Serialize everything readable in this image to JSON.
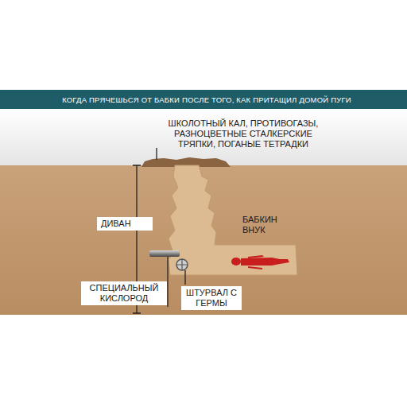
{
  "diagram": {
    "title": "КОГДА ПРЯЧЕШЬСЯ ОТ БАБКИ ПОСЛЕ ТОГО, КАК ПРИТАЩИЛ ДОМОЙ ПУГИ",
    "labels": [
      "ШКОЛОТНЫЙ КАЛ, ПРОТИВОГАЗЫ, РАЗНОЦВЕТНЫЕ СТАЛКЕРСКИЕ ТРЯПКИ, ПОГАНЫЕ ТЕТРАДКИ",
      "ДИВАН",
      "БАБКИН ВНУК",
      "СПЕЦИАЛЬНЫЙ КИСЛОРОД",
      "ШТУРВАЛ С ГЕРМЫ"
    ]
  }
}
